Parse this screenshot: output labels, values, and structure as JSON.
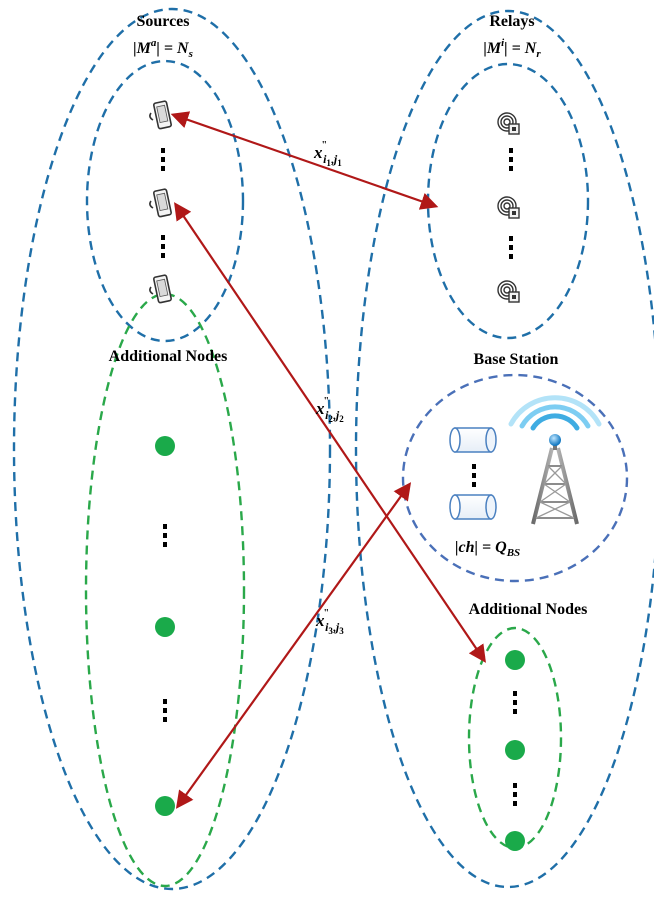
{
  "sources": {
    "title": "Sources",
    "count_label": "|M",
    "count_sup": "a",
    "count_eq": "| = N",
    "count_sub": "s",
    "device_icon": "mobile-device-icon",
    "device_count": 3
  },
  "relays": {
    "title": "Relays",
    "count_label": "|M",
    "count_sup": "i",
    "count_eq": "| = N",
    "count_sub": "r",
    "device_icon": "relay-antenna-icon",
    "device_count": 3
  },
  "base_station": {
    "title": "Base Station",
    "channel_label": "|ch| = Q",
    "channel_sub": "BS",
    "channel_icon": "channel-cylinder-icon",
    "tower_icon": "cell-tower-icon"
  },
  "additional_nodes_left": {
    "title": "Additional Nodes",
    "node_count": 3
  },
  "additional_nodes_right": {
    "title": "Additional Nodes",
    "node_count": 3
  },
  "links": [
    {
      "name": "link-1",
      "label": "x",
      "prime": "\"",
      "sub": "i",
      "sub_i": "1",
      "sep": ",",
      "sub_j": "j",
      "sub_j_idx": "1"
    },
    {
      "name": "link-2",
      "label": "x",
      "prime": "\"",
      "sub": "i",
      "sub_i": "2",
      "sep": ",",
      "sub_j": "j",
      "sub_j_idx": "2"
    },
    {
      "name": "link-3",
      "label": "x",
      "prime": "\"",
      "sub": "i",
      "sub_i": "3",
      "sep": ",",
      "sub_j": "j",
      "sub_j_idx": "3"
    }
  ],
  "colors": {
    "outer_ellipse": "#1f6fa8",
    "sources_ellipse": "#1f6fa8",
    "green_ellipse": "#2aa84a",
    "base_station_ellipse": "#4a70b8",
    "node_fill": "#1aaa4a",
    "arrow": "#b01818"
  }
}
